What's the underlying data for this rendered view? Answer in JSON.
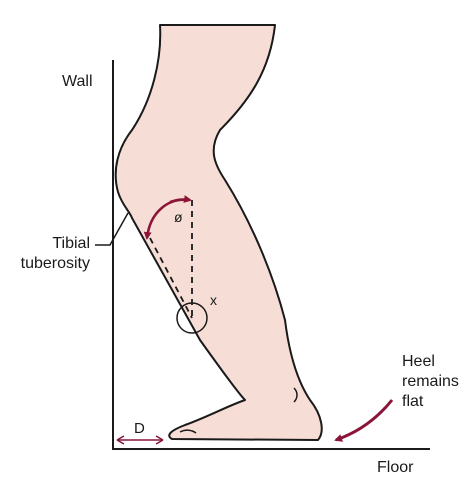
{
  "labels": {
    "wall": "Wall",
    "floor": "Floor",
    "tibial_line1": "Tibial",
    "tibial_line2": "tuberosity",
    "heel_line1": "Heel",
    "heel_line2": "remains",
    "heel_line3": "flat",
    "distance": "D",
    "angle": "ø",
    "point": "x"
  },
  "colors": {
    "skin": "#f6ddd6",
    "outline": "#1a1a1a",
    "accent": "#8b1538"
  }
}
